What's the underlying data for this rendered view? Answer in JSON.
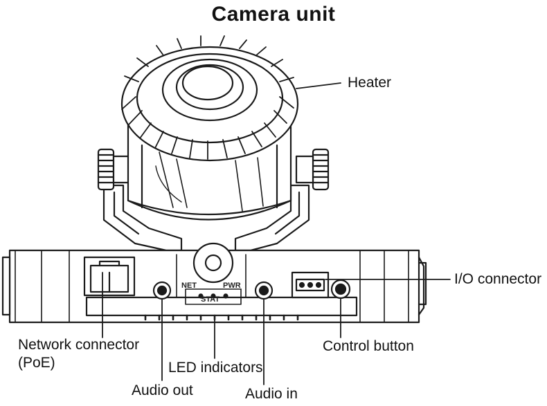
{
  "title": "Camera unit",
  "labels": {
    "heater": "Heater",
    "io_connector": "I/O connector",
    "network_connector_line1": "Network connector",
    "network_connector_line2": "(PoE)",
    "control_button": "Control button",
    "led_indicators": "LED indicators",
    "audio_out": "Audio out",
    "audio_in": "Audio in"
  },
  "led_marks": {
    "net": "NET",
    "pwr": "PWR",
    "stat": "STAT"
  },
  "colors": {
    "line": "#1a1a1a",
    "body_fill": "#ffffff",
    "shade": "#9a9a9a"
  }
}
